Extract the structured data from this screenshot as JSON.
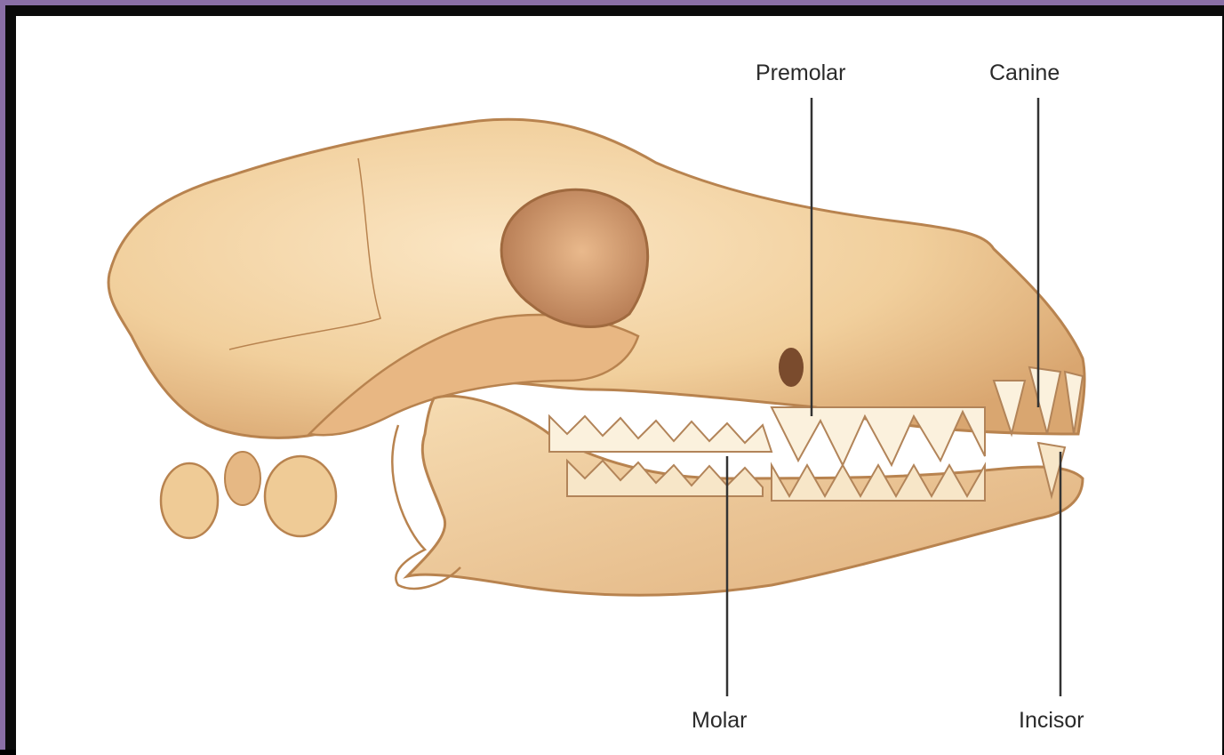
{
  "labels": {
    "premolar": "Premolar",
    "canine": "Canine",
    "molar": "Molar",
    "incisor": "Incisor"
  },
  "colors": {
    "frame": "#8a6fa6",
    "background": "#ffffff",
    "bone": "#f1cf9c",
    "bone_shadow": "#c98f5a",
    "leader_line": "#333333"
  }
}
